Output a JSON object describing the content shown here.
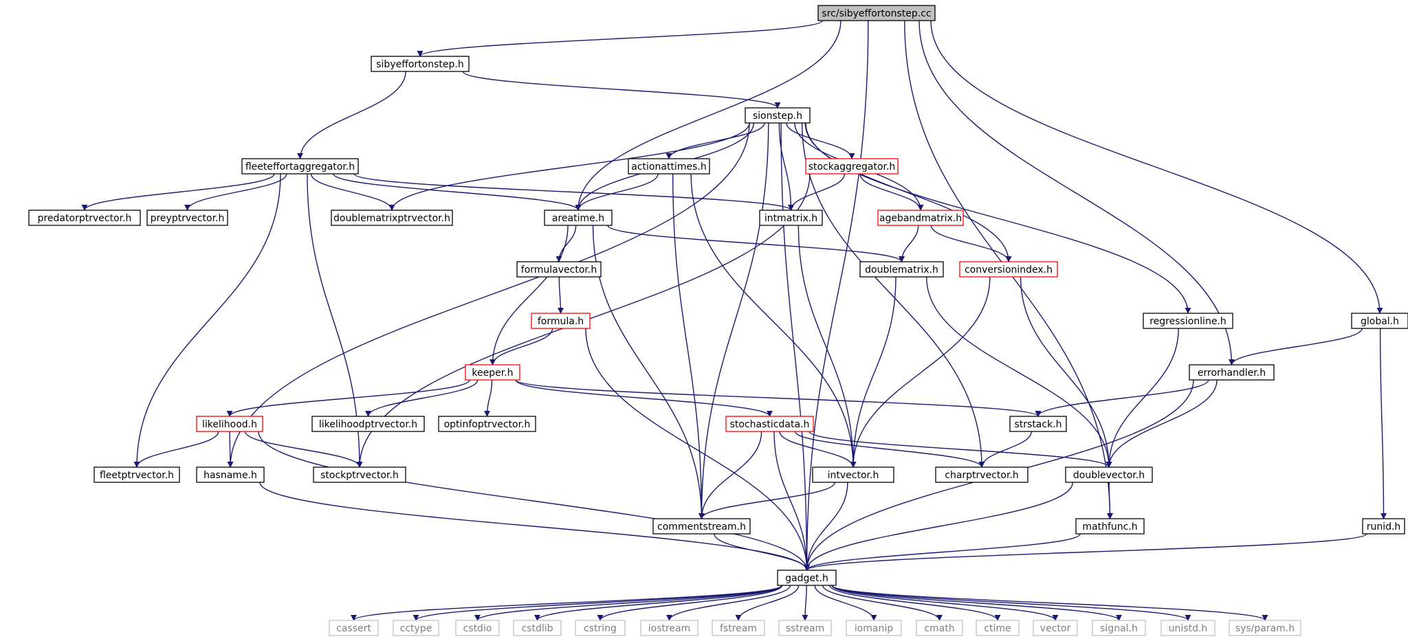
{
  "title": "src/sibyeffortonstep.cc",
  "colors": {
    "edge": "#191970",
    "box_border": "#000000",
    "box_fill": "#ffffff",
    "root_fill": "#bfbfbf",
    "incomplete_border": "#ff0000",
    "system_border": "#bfbfbf",
    "text": "#000000",
    "system_text": "#7f7f7f"
  },
  "nodes": {
    "root": {
      "label": "src/sibyeffortonstep.cc",
      "kind": "root"
    },
    "sibyeffortonstep": {
      "label": "sibyeffortonstep.h",
      "kind": "normal"
    },
    "sionstep": {
      "label": "sionstep.h",
      "kind": "normal"
    },
    "fleeteffort": {
      "label": "fleeteffortaggregator.h",
      "kind": "normal"
    },
    "actionattimes": {
      "label": "actionattimes.h",
      "kind": "normal"
    },
    "stockaggregator": {
      "label": "stockaggregator.h",
      "kind": "incomplete"
    },
    "predatorptr": {
      "label": "predatorptrvector.h",
      "kind": "normal"
    },
    "preyptr": {
      "label": "preyptrvector.h",
      "kind": "normal"
    },
    "dmptr": {
      "label": "doublematrixptrvector.h",
      "kind": "normal"
    },
    "areatime": {
      "label": "areatime.h",
      "kind": "normal"
    },
    "intmatrix": {
      "label": "intmatrix.h",
      "kind": "normal"
    },
    "agebandmatrix": {
      "label": "agebandmatrix.h",
      "kind": "incomplete"
    },
    "formulavector": {
      "label": "formulavector.h",
      "kind": "normal"
    },
    "doublematrix": {
      "label": "doublematrix.h",
      "kind": "normal"
    },
    "conversionindex": {
      "label": "conversionindex.h",
      "kind": "incomplete"
    },
    "formula": {
      "label": "formula.h",
      "kind": "incomplete"
    },
    "regressionline": {
      "label": "regressionline.h",
      "kind": "normal"
    },
    "global": {
      "label": "global.h",
      "kind": "normal"
    },
    "keeper": {
      "label": "keeper.h",
      "kind": "incomplete"
    },
    "errorhandler": {
      "label": "errorhandler.h",
      "kind": "normal"
    },
    "likelihood": {
      "label": "likelihood.h",
      "kind": "incomplete"
    },
    "likelihoodptr": {
      "label": "likelihoodptrvector.h",
      "kind": "normal"
    },
    "optinfoptr": {
      "label": "optinfoptrvector.h",
      "kind": "normal"
    },
    "stochasticdata": {
      "label": "stochasticdata.h",
      "kind": "incomplete"
    },
    "strstack": {
      "label": "strstack.h",
      "kind": "normal"
    },
    "fleetptr": {
      "label": "fleetptrvector.h",
      "kind": "normal"
    },
    "hasname": {
      "label": "hasname.h",
      "kind": "normal"
    },
    "stockptr": {
      "label": "stockptrvector.h",
      "kind": "normal"
    },
    "intvector": {
      "label": "intvector.h",
      "kind": "normal"
    },
    "charptr": {
      "label": "charptrvector.h",
      "kind": "normal"
    },
    "doublevector": {
      "label": "doublevector.h",
      "kind": "normal"
    },
    "commentstream": {
      "label": "commentstream.h",
      "kind": "normal"
    },
    "mathfunc": {
      "label": "mathfunc.h",
      "kind": "normal"
    },
    "runid": {
      "label": "runid.h",
      "kind": "normal"
    },
    "gadget": {
      "label": "gadget.h",
      "kind": "normal"
    },
    "cassert": {
      "label": "cassert",
      "kind": "system"
    },
    "cctype": {
      "label": "cctype",
      "kind": "system"
    },
    "cstdio": {
      "label": "cstdio",
      "kind": "system"
    },
    "cstdlib": {
      "label": "cstdlib",
      "kind": "system"
    },
    "cstring": {
      "label": "cstring",
      "kind": "system"
    },
    "iostream": {
      "label": "iostream",
      "kind": "system"
    },
    "fstream": {
      "label": "fstream",
      "kind": "system"
    },
    "sstream": {
      "label": "sstream",
      "kind": "system"
    },
    "iomanip": {
      "label": "iomanip",
      "kind": "system"
    },
    "cmath": {
      "label": "cmath",
      "kind": "system"
    },
    "ctime": {
      "label": "ctime",
      "kind": "system"
    },
    "vector": {
      "label": "vector",
      "kind": "system"
    },
    "signal": {
      "label": "signal.h",
      "kind": "system"
    },
    "unistd": {
      "label": "unistd.h",
      "kind": "system"
    },
    "sysparam": {
      "label": "sys/param.h",
      "kind": "system"
    }
  },
  "edges": [
    [
      "root",
      "sibyeffortonstep"
    ],
    [
      "root",
      "areatime"
    ],
    [
      "root",
      "errorhandler"
    ],
    [
      "root",
      "mathfunc"
    ],
    [
      "root",
      "global"
    ],
    [
      "root",
      "gadget"
    ],
    [
      "sibyeffortonstep",
      "sionstep"
    ],
    [
      "sibyeffortonstep",
      "fleeteffort"
    ],
    [
      "sionstep",
      "actionattimes"
    ],
    [
      "sionstep",
      "stockaggregator"
    ],
    [
      "sionstep",
      "dmptr"
    ],
    [
      "sionstep",
      "areatime"
    ],
    [
      "sionstep",
      "intmatrix"
    ],
    [
      "sionstep",
      "agebandmatrix"
    ],
    [
      "sionstep",
      "conversionindex"
    ],
    [
      "sionstep",
      "regressionline"
    ],
    [
      "sionstep",
      "hasname"
    ],
    [
      "sionstep",
      "commentstream"
    ],
    [
      "sionstep",
      "charptr"
    ],
    [
      "sionstep",
      "gadget"
    ],
    [
      "fleeteffort",
      "predatorptr"
    ],
    [
      "fleeteffort",
      "preyptr"
    ],
    [
      "fleeteffort",
      "dmptr"
    ],
    [
      "fleeteffort",
      "areatime"
    ],
    [
      "fleeteffort",
      "intmatrix"
    ],
    [
      "fleeteffort",
      "fleetptr"
    ],
    [
      "fleeteffort",
      "stockptr"
    ],
    [
      "actionattimes",
      "areatime"
    ],
    [
      "actionattimes",
      "commentstream"
    ],
    [
      "actionattimes",
      "intvector"
    ],
    [
      "stockaggregator",
      "intmatrix"
    ],
    [
      "stockaggregator",
      "agebandmatrix"
    ],
    [
      "stockaggregator",
      "stockptr"
    ],
    [
      "areatime",
      "formulavector"
    ],
    [
      "areatime",
      "doublematrix"
    ],
    [
      "areatime",
      "keeper"
    ],
    [
      "areatime",
      "commentstream"
    ],
    [
      "intmatrix",
      "intvector"
    ],
    [
      "agebandmatrix",
      "doublematrix"
    ],
    [
      "agebandmatrix",
      "conversionindex"
    ],
    [
      "formulavector",
      "formula"
    ],
    [
      "doublematrix",
      "intvector"
    ],
    [
      "doublematrix",
      "doublevector"
    ],
    [
      "conversionindex",
      "intvector"
    ],
    [
      "conversionindex",
      "doublevector"
    ],
    [
      "formula",
      "keeper"
    ],
    [
      "formula",
      "gadget"
    ],
    [
      "regressionline",
      "doublevector"
    ],
    [
      "global",
      "errorhandler"
    ],
    [
      "global",
      "runid"
    ],
    [
      "keeper",
      "likelihood"
    ],
    [
      "keeper",
      "likelihoodptr"
    ],
    [
      "keeper",
      "optinfoptr"
    ],
    [
      "keeper",
      "stochasticdata"
    ],
    [
      "keeper",
      "strstack"
    ],
    [
      "errorhandler",
      "strstack"
    ],
    [
      "errorhandler",
      "doublevector"
    ],
    [
      "errorhandler",
      "gadget"
    ],
    [
      "likelihood",
      "fleetptr"
    ],
    [
      "likelihood",
      "hasname"
    ],
    [
      "likelihood",
      "stockptr"
    ],
    [
      "likelihood",
      "gadget"
    ],
    [
      "stochasticdata",
      "intvector"
    ],
    [
      "stochasticdata",
      "charptr"
    ],
    [
      "stochasticdata",
      "doublevector"
    ],
    [
      "stochasticdata",
      "commentstream"
    ],
    [
      "stochasticdata",
      "gadget"
    ],
    [
      "strstack",
      "charptr"
    ],
    [
      "hasname",
      "gadget"
    ],
    [
      "intvector",
      "commentstream"
    ],
    [
      "intvector",
      "gadget"
    ],
    [
      "doublevector",
      "mathfunc"
    ],
    [
      "doublevector",
      "gadget"
    ],
    [
      "commentstream",
      "gadget"
    ],
    [
      "mathfunc",
      "gadget"
    ],
    [
      "runid",
      "gadget"
    ],
    [
      "gadget",
      "cassert"
    ],
    [
      "gadget",
      "cctype"
    ],
    [
      "gadget",
      "cstdio"
    ],
    [
      "gadget",
      "cstdlib"
    ],
    [
      "gadget",
      "cstring"
    ],
    [
      "gadget",
      "iostream"
    ],
    [
      "gadget",
      "fstream"
    ],
    [
      "gadget",
      "sstream"
    ],
    [
      "gadget",
      "iomanip"
    ],
    [
      "gadget",
      "cmath"
    ],
    [
      "gadget",
      "ctime"
    ],
    [
      "gadget",
      "vector"
    ],
    [
      "gadget",
      "signal"
    ],
    [
      "gadget",
      "unistd"
    ],
    [
      "gadget",
      "sysparam"
    ]
  ]
}
